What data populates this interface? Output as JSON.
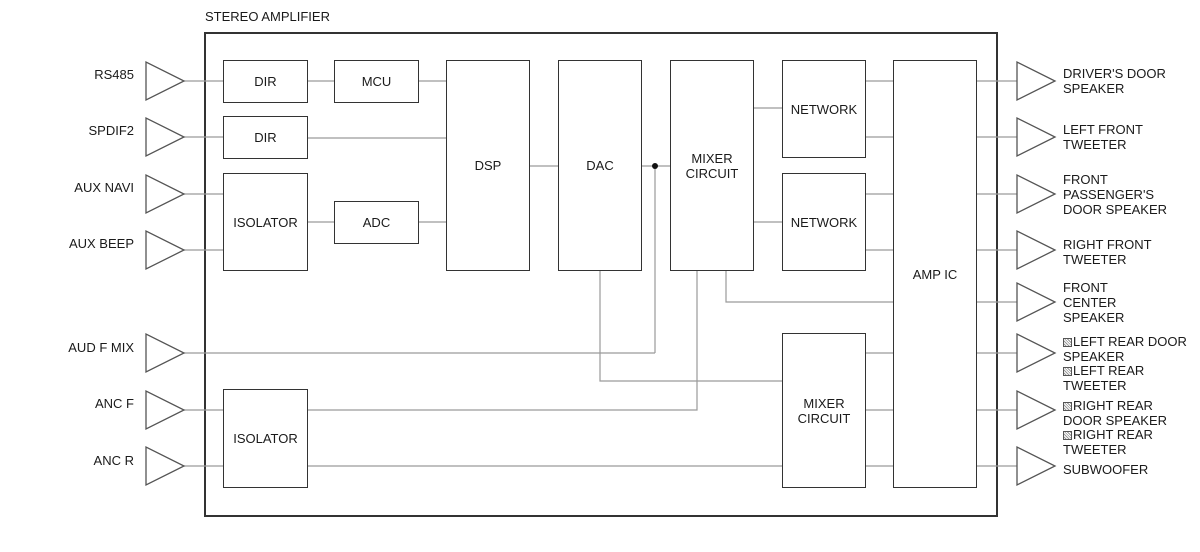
{
  "title": "STEREO AMPLIFIER",
  "inputs": {
    "rs485": "RS485",
    "spdif2": "SPDIF2",
    "aux_navi": "AUX NAVI",
    "aux_beep": "AUX BEEP",
    "aud_f_mix": "AUD F MIX",
    "anc_f": "ANC F",
    "anc_r": "ANC R"
  },
  "blocks": {
    "dir_1": "DIR",
    "dir_2": "DIR",
    "mcu": "MCU",
    "isolator_1": "ISOLATOR",
    "adc": "ADC",
    "dsp": "DSP",
    "dac": "DAC",
    "mixer_circuit_1": "MIXER CIRCUIT",
    "network_1": "NETWORK",
    "network_2": "NETWORK",
    "isolator_2": "ISOLATOR",
    "mixer_circuit_2": "MIXER CIRCUIT",
    "amp_ic": "AMP IC"
  },
  "outputs": {
    "drivers_door_speaker": "DRIVER'S DOOR SPEAKER",
    "left_front_tweeter": "LEFT FRONT TWEETER",
    "front_passengers_door_speaker": "FRONT PASSENGER'S DOOR SPEAKER",
    "right_front_tweeter": "RIGHT FRONT TWEETER",
    "front_center_speaker": "FRONT CENTER SPEAKER",
    "left_rear_door_speaker": "LEFT REAR DOOR SPEAKER",
    "left_rear_tweeter": "LEFT REAR TWEETER",
    "right_rear_door_speaker": "RIGHT REAR DOOR SPEAKER",
    "right_rear_tweeter": "RIGHT REAR TWEETER",
    "subwoofer": "SUBWOOFER"
  },
  "colors": {
    "line": "#333333",
    "wire": "#9a9a9a"
  }
}
